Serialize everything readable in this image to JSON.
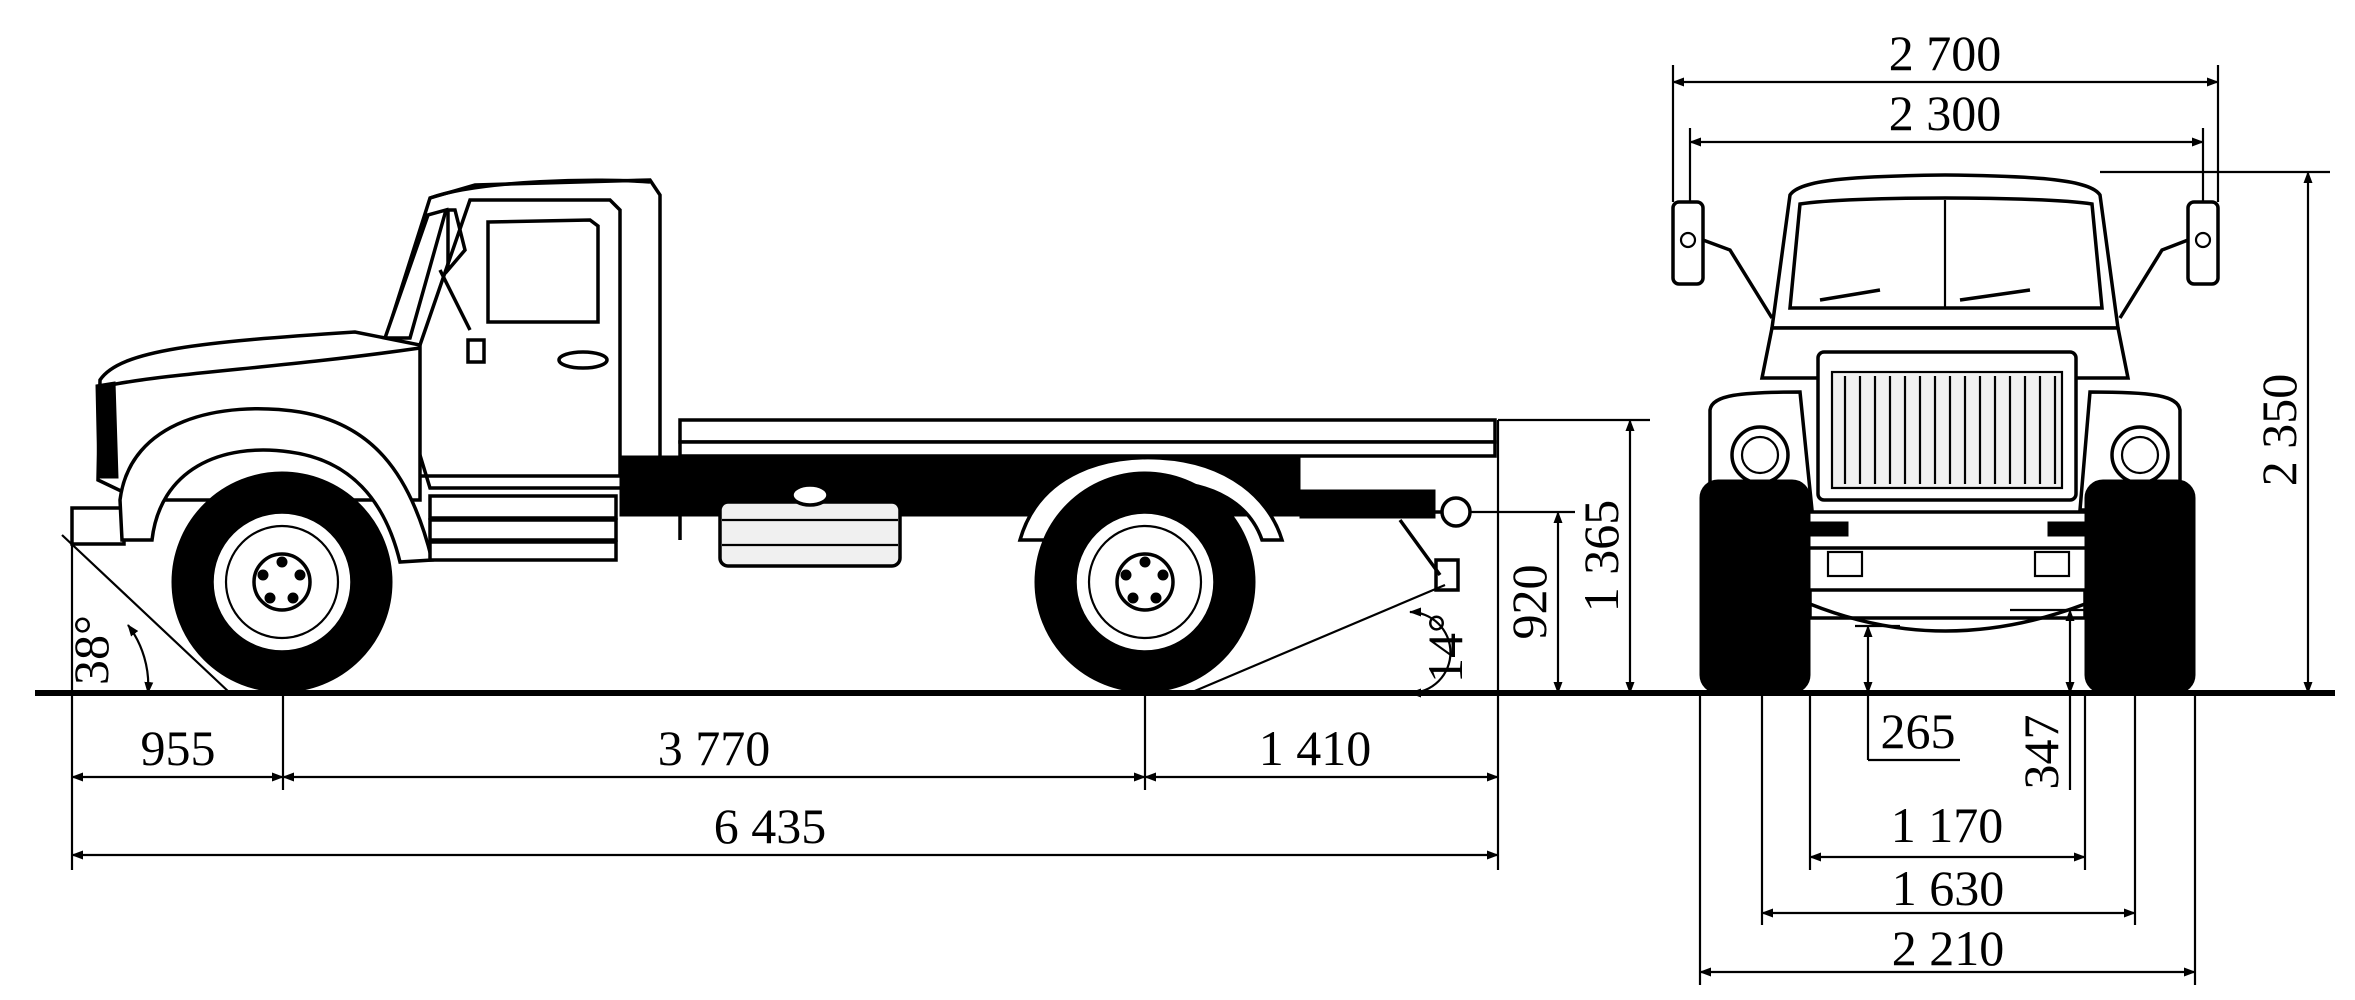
{
  "side_view": {
    "overall_length": "6 435",
    "front_overhang": "955",
    "wheelbase": "3 770",
    "rear_overhang": "1 410",
    "platform_height": "1 365",
    "hitch_height": "920",
    "approach_angle": "38°",
    "departure_angle": "14°"
  },
  "front_view": {
    "width_mirrors": "2 700",
    "width_body": "2 300",
    "height": "2 350",
    "ground_clearance_front": "265",
    "ground_clearance_rear": "347",
    "track_inner": "1 170",
    "track": "1 630",
    "overall_width": "2 210"
  }
}
